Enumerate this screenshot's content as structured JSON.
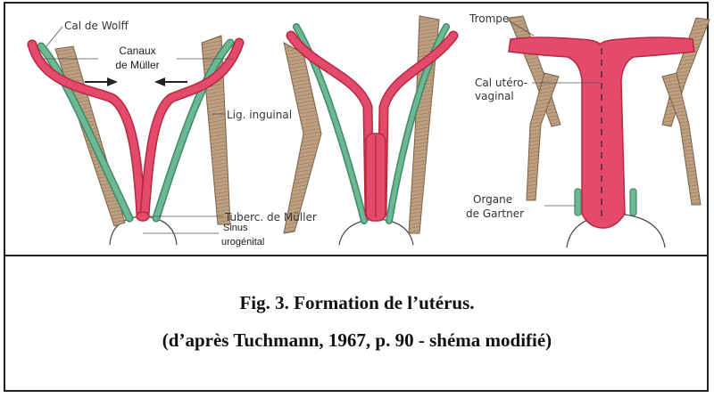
{
  "colors": {
    "muller": "#e44a6c",
    "muller_stroke": "#b7283f",
    "wolff": "#6db894",
    "wolff_stroke": "#3e8a67",
    "ligament": "#b8987a",
    "ligament_stroke": "#7c6248",
    "line": "#555555"
  },
  "labels": {
    "wolff": "Cal de Wolff",
    "muller_line1": "Canaux",
    "muller_line2": "de Müller",
    "lig_inguinal": "Lig. inguinal",
    "tuberc": "Tuberc. de Müller",
    "sinus_line1": "Sinus",
    "sinus_line2": "urogénital",
    "trompe": "Trompe",
    "utero_line1": "Cal utéro-",
    "utero_line2": "vaginal",
    "gartner_line1": "Organe",
    "gartner_line2": "de Gartner"
  },
  "caption": {
    "title": "Fig. 3. Formation de l’utérus.",
    "source": "(d’après Tuchmann, 1967, p. 90 - shéma modifié)"
  }
}
